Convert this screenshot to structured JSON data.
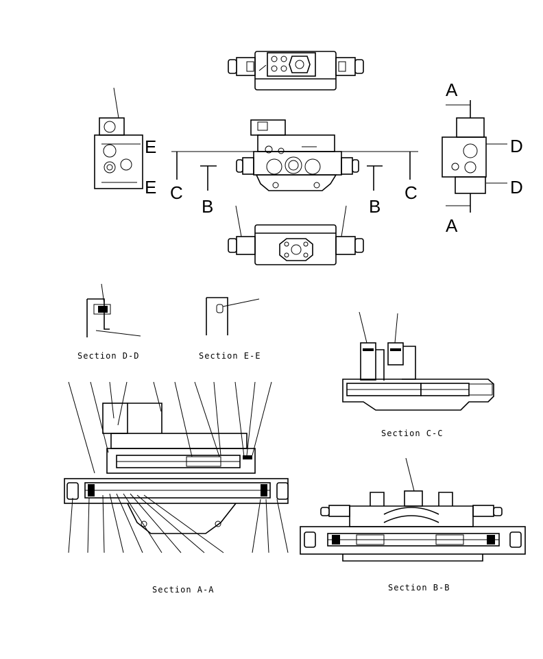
{
  "labels": {
    "section_dd": "Section D-D",
    "section_ee": "Section E-E",
    "section_cc": "Section C-C",
    "section_aa": "Section A-A",
    "section_bb": "Section B-B"
  },
  "cut_markers": {
    "a_top": "A",
    "a_bottom": "A",
    "b_left": "B",
    "b_right": "B",
    "c_left": "C",
    "c_right": "C",
    "d_top": "D",
    "d_bottom": "D",
    "e_top": "E",
    "e_bottom": "E"
  }
}
